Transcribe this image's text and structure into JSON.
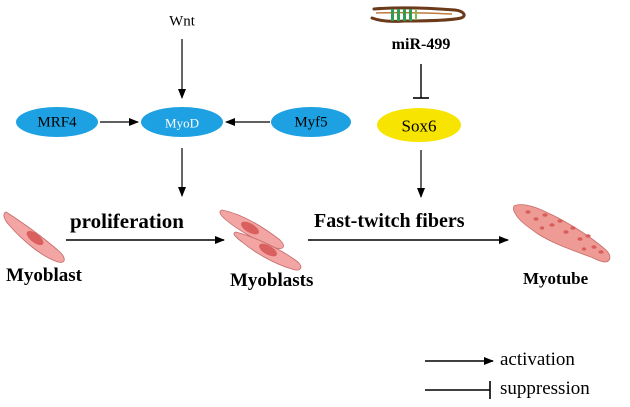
{
  "nodes": {
    "wnt": "Wnt",
    "mrf4": "MRF4",
    "myod": "MyoD",
    "myf5": "Myf5",
    "mir499": "miR-499",
    "sox6": "Sox6"
  },
  "cells": {
    "myoblast": "Myoblast",
    "myoblasts": "Myoblasts",
    "myotube": "Myotube"
  },
  "processes": {
    "proliferation": "proliferation",
    "fast_twitch": "Fast-twitch fibers"
  },
  "legend": {
    "activation": "activation",
    "suppression": "suppression"
  },
  "colors": {
    "tf_blue": "#1da1e2",
    "sox6_yellow": "#f7e400",
    "cell_fill": "#f2a5a3",
    "cell_nucleus": "#d9605e",
    "myotube_fill": "#ee9b96",
    "myotube_dots": "#d85e5c"
  },
  "icons": {
    "mirna": "mirna-hairpin-icon"
  }
}
